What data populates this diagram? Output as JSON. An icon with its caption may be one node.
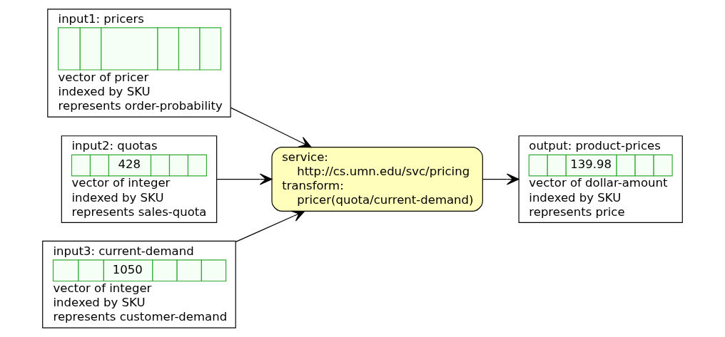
{
  "diagram": {
    "nodes": [
      {
        "text": [
          "input1: pricers",
          "vector of pricer",
          "indexed by SKU",
          "represents order-probability"
        ]
      },
      {
        "text": [
          "input2: quotas",
          "428",
          "vector of integer",
          "indexed by SKU",
          "represents sales-quota"
        ]
      },
      {
        "text": [
          "input3: current-demand",
          "1050",
          "vector of integer",
          "indexed by SKU",
          "represents customer-demand"
        ]
      },
      {
        "text": [
          "service:",
          "http://cs.umn.edu/svc/pricing",
          "transform:",
          "pricer(quota/current-demand)"
        ]
      },
      {
        "text": [
          "output: product-prices",
          "139.98",
          "vector of dollar-amount",
          "indexed by SKU",
          "represents price"
        ]
      }
    ],
    "edges": [
      {
        "from": 0,
        "to": 3,
        "arrow": "to"
      },
      {
        "from": 1,
        "to": 3,
        "arrow": "to"
      },
      {
        "from": 2,
        "to": 3,
        "arrow": "to"
      },
      {
        "from": 3,
        "to": 4,
        "arrow": "to"
      }
    ]
  }
}
